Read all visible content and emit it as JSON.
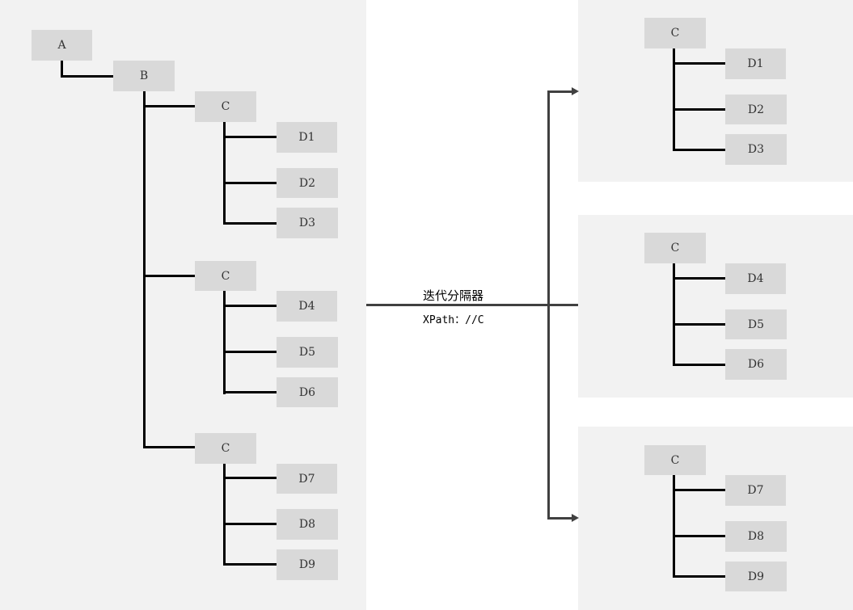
{
  "source_tree": {
    "root": "A",
    "child": "B",
    "groups": [
      {
        "parent": "C",
        "children": [
          "D1",
          "D2",
          "D3"
        ]
      },
      {
        "parent": "C",
        "children": [
          "D4",
          "D5",
          "D6"
        ]
      },
      {
        "parent": "C",
        "children": [
          "D7",
          "D8",
          "D9"
        ]
      }
    ]
  },
  "splitter": {
    "title": "迭代分隔器",
    "xpath": "XPath：//C"
  },
  "results": [
    {
      "parent": "C",
      "children": [
        "D1",
        "D2",
        "D3"
      ]
    },
    {
      "parent": "C",
      "children": [
        "D4",
        "D5",
        "D6"
      ]
    },
    {
      "parent": "C",
      "children": [
        "D7",
        "D8",
        "D9"
      ]
    }
  ],
  "colors": {
    "panel": "#f2f2f2",
    "node": "#d9d9d9",
    "tree_line": "#000000",
    "arrow": "#404040"
  }
}
